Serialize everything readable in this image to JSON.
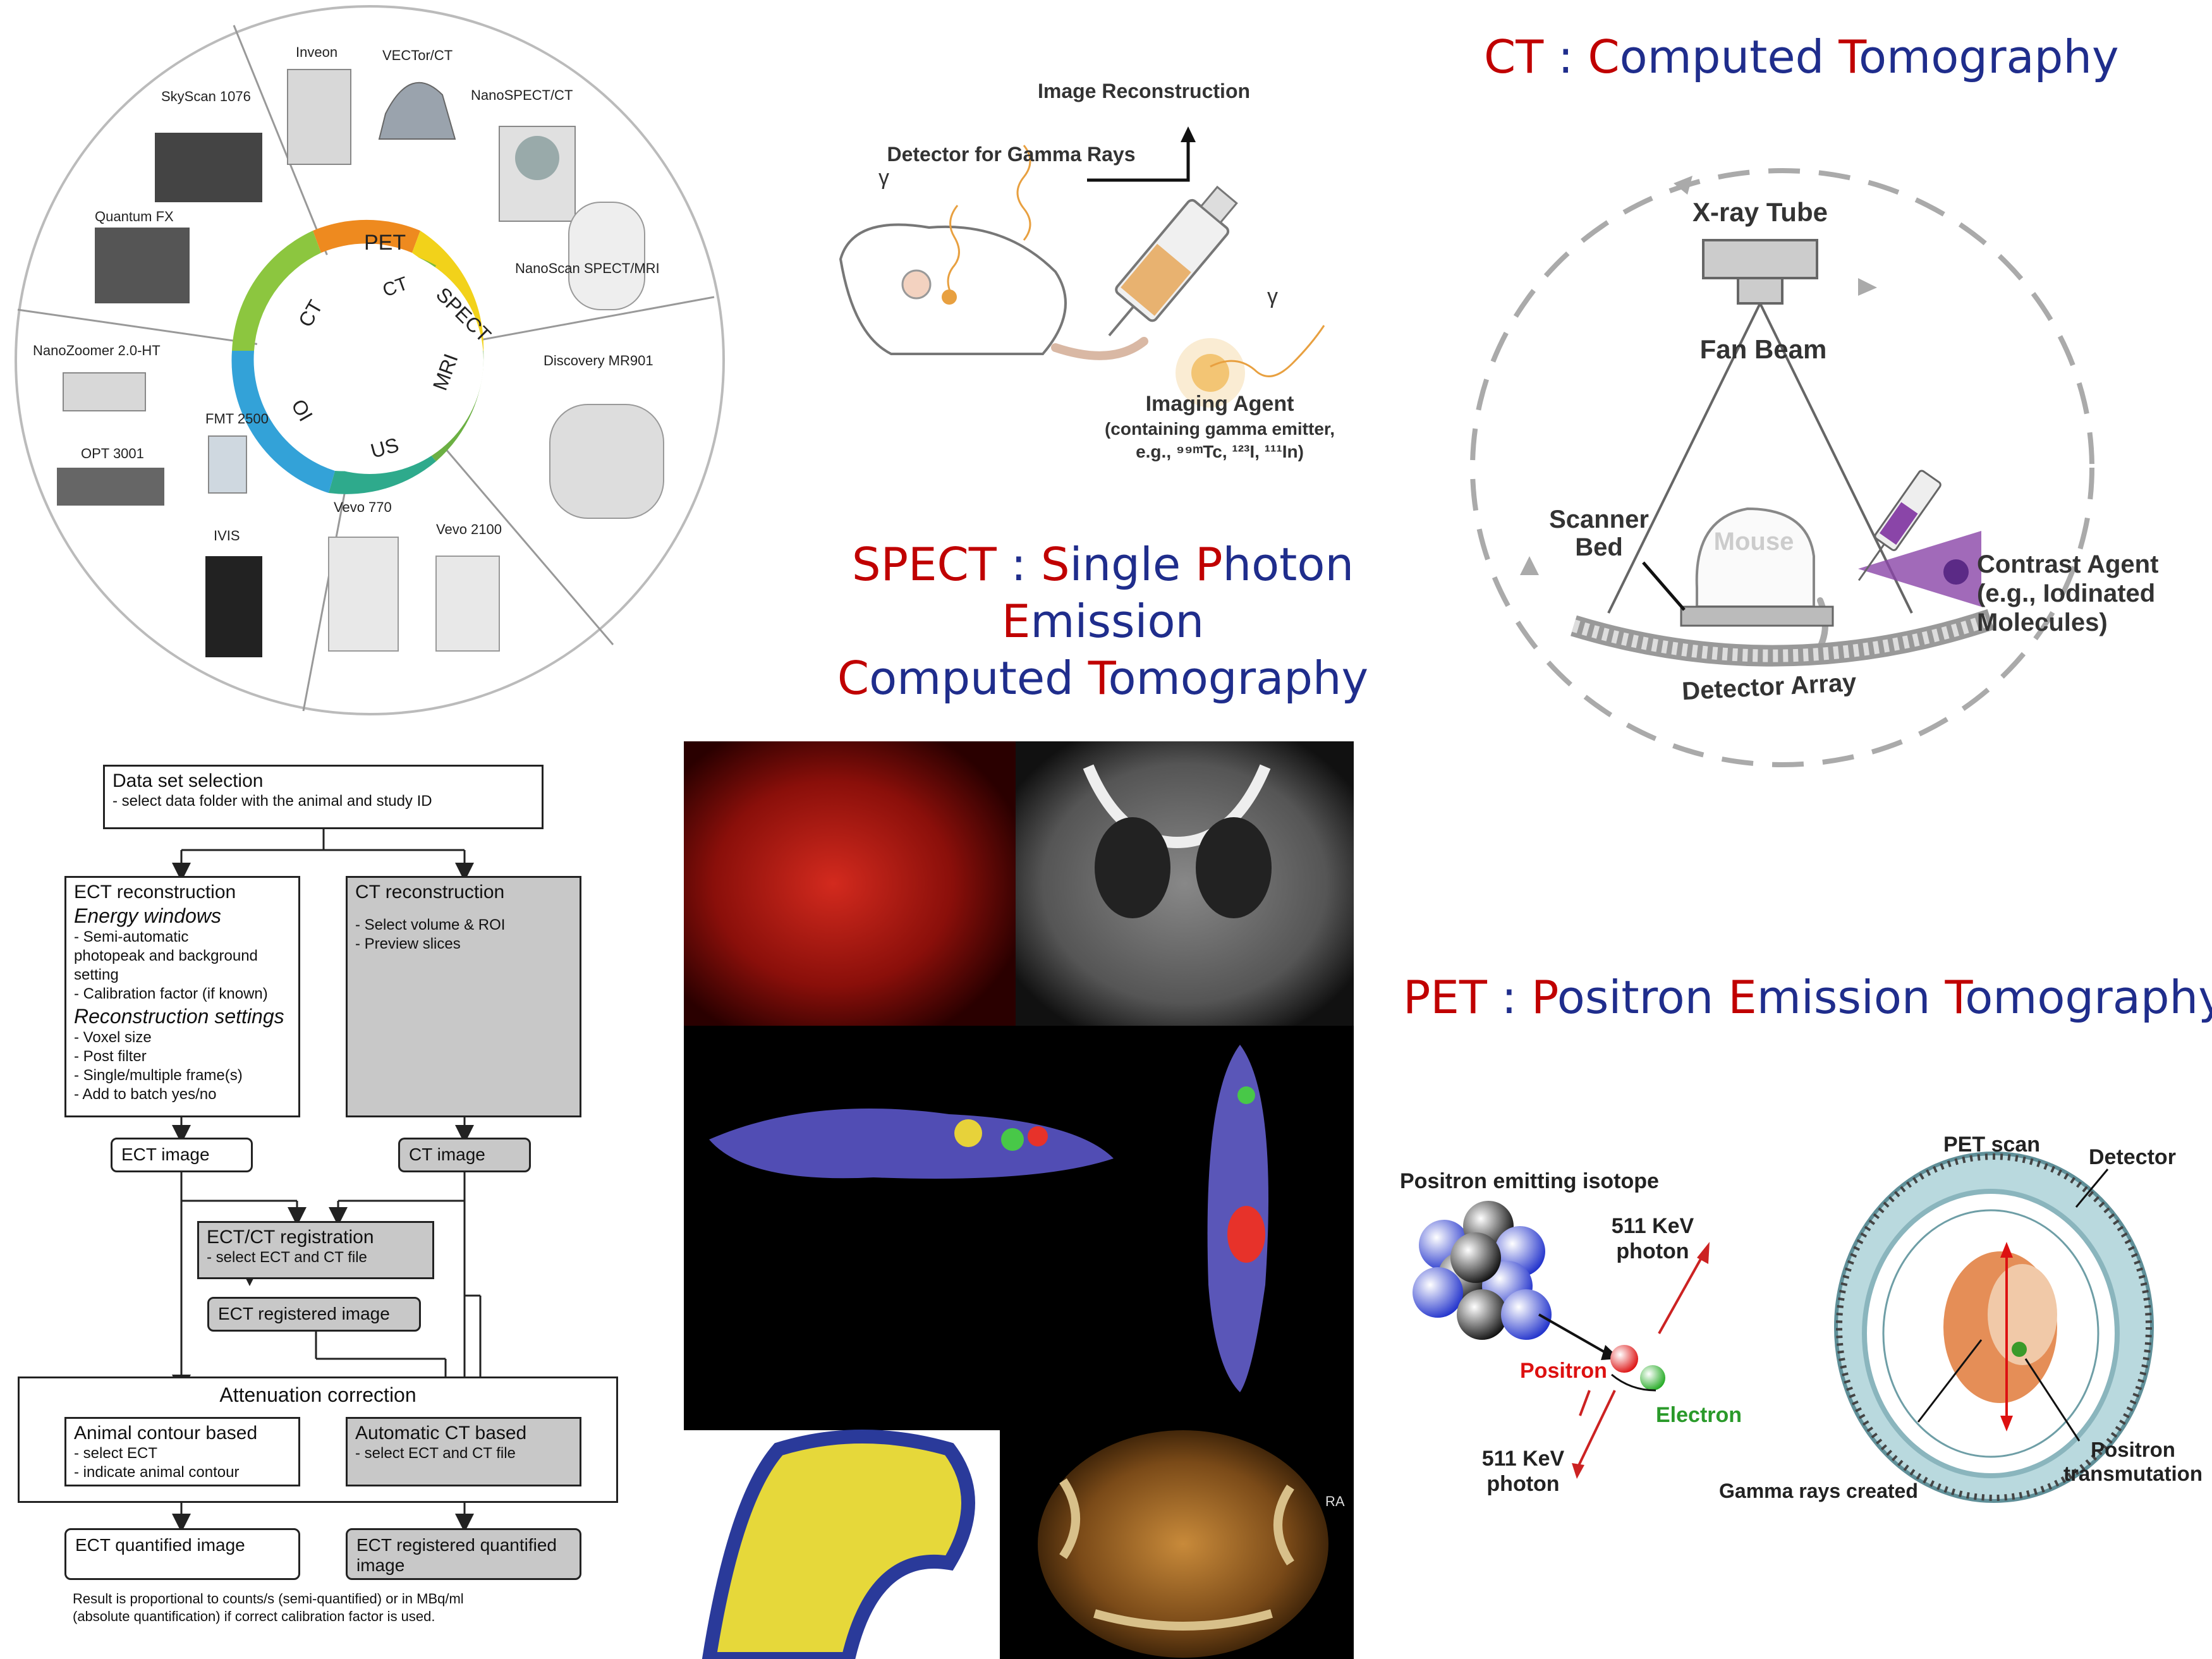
{
  "wheel": {
    "inner_labels": [
      "PET",
      "SPECT",
      "CT",
      "MRI",
      "US",
      "OI",
      "CT"
    ],
    "instruments": [
      "Inveon",
      "VECTor/CT",
      "NanoSPECT/CT",
      "SkyScan 1076",
      "Quantum FX",
      "NanoScan SPECT/MRI",
      "NanoZoomer 2.0-HT",
      "Discovery MR901",
      "FMT 2500",
      "OPT 3001",
      "Vevo 770",
      "Vevo 2100",
      "IVIS"
    ]
  },
  "spect_diagram": {
    "image_recon": "Image Reconstruction",
    "detector": "Detector for Gamma Rays",
    "gamma1": "γ",
    "gamma2": "γ",
    "agent_title": "Imaging Agent",
    "agent_line1": "(containing gamma emitter,",
    "agent_line2": "e.g., ⁹⁹ᵐTc, ¹²³I, ¹¹¹In)"
  },
  "titles": {
    "ct": "CT : Computed Tomography",
    "spect_line1": "SPECT : Single Photon Emission",
    "spect_line2": "Computed Tomography",
    "pet": "PET : Positron Emission Tomography"
  },
  "ct_diagram": {
    "tube": "X-ray Tube",
    "fan": "Fan Beam",
    "mouse": "Mouse",
    "bed": "Scanner Bed",
    "contrast": "Contrast Agent (e.g., Iodinated Molecules)",
    "detector": "Detector Array"
  },
  "flowchart": {
    "dataset_title": "Data set selection",
    "dataset_sub": "- select data folder with the animal and study ID",
    "ect_title": "ECT reconstruction",
    "ect_energy": "Energy windows",
    "ect_e1": "- Semi-automatic",
    "ect_e2": "  photopeak and background",
    "ect_e3": "  setting",
    "ect_e4": "- Calibration factor (if known)",
    "ect_recon": "Reconstruction settings",
    "ect_r1": "- Voxel size",
    "ect_r2": "- Post filter",
    "ect_r3": "- Single/multiple frame(s)",
    "ect_r4": "- Add to batch yes/no",
    "ct_title": "CT reconstruction",
    "ct_s1": "- Select volume & ROI",
    "ct_s2": "- Preview slices",
    "ect_image": "ECT image",
    "ct_image": "CT image",
    "reg_title": "ECT/CT registration",
    "reg_sub": "- select ECT and CT file",
    "ect_reg_image": "ECT registered image",
    "atten": "Attenuation correction",
    "animal_title": "Animal contour based",
    "animal_s1": "- select ECT",
    "animal_s2": "- indicate animal contour",
    "auto_title": "Automatic CT based",
    "auto_s1": "- select ECT and CT file",
    "ect_quant": "ECT quantified image",
    "ect_reg_quant": "ECT registered quantified image",
    "note1": "Result is proportional to counts/s (semi-quantified) or in MBq/ml",
    "note2": "(absolute quantification) if correct calibration factor is used."
  },
  "pet_diagram": {
    "isotope": "Positron emitting isotope",
    "photon_top": "511 KeV photon",
    "positron": "Positron",
    "electron": "Electron",
    "photon_bottom": "511 KeV photon",
    "scan": "PET scan",
    "detector": "Detector",
    "gamma": "Gamma rays created",
    "transmutation": "Positron transmutation"
  },
  "images": {
    "ra_label": "RA"
  }
}
